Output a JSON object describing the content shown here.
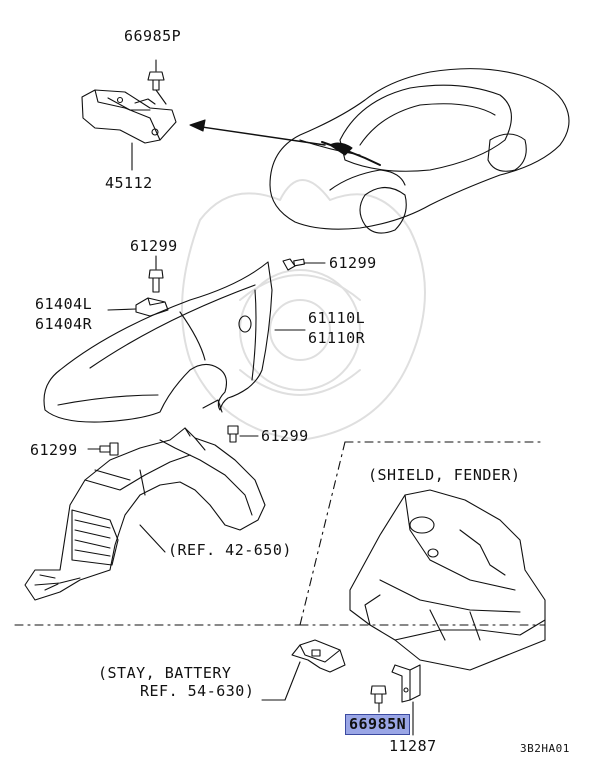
{
  "parts": {
    "p66985P": "66985P",
    "p45112": "45112",
    "p61299_a": "61299",
    "p61299_b": "61299",
    "p61404L": "61404L",
    "p61404R": "61404R",
    "p61110L": "61110L",
    "p61110R": "61110R",
    "p61299_c": "61299",
    "p61299_d": "61299",
    "p66985N": "66985N",
    "p11287": "11287"
  },
  "notes": {
    "shield_fender": "(SHIELD, FENDER)",
    "ref_42_650": "(REF. 42-650)",
    "stay_battery_1": "(STAY, BATTERY",
    "stay_battery_2": "REF. 54-630)"
  },
  "diagram_code": "3B2HA01",
  "colors": {
    "highlight": "#9aa6e6",
    "line": "#111111"
  }
}
